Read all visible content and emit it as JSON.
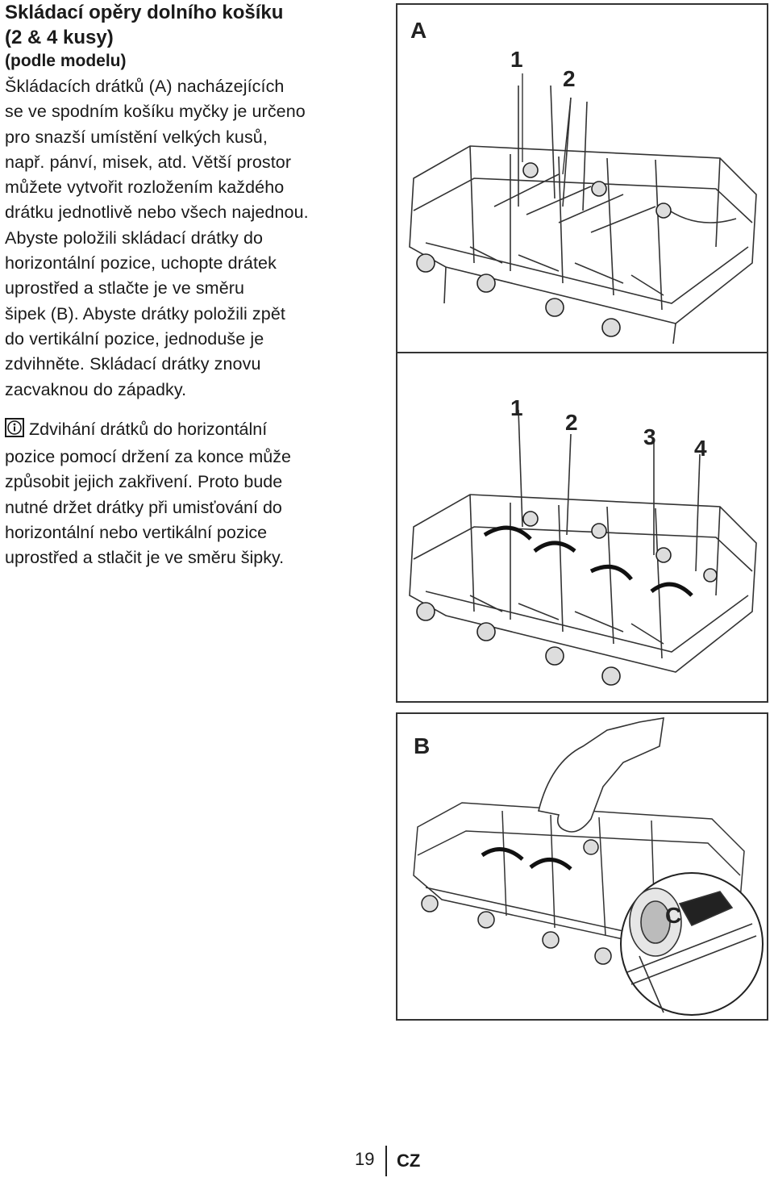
{
  "heading": {
    "title_line1": "Skládací opěry dolního košíku",
    "title_line2": "(2 & 4 kusy)",
    "subtitle": "(podle modelu)"
  },
  "body_lines": [
    "Škládacích drátků (A) nacházejících",
    "se ve spodním košíku myčky je určeno",
    "pro snazší umístění velkých kusů,",
    "např. pánví, misek, atd. Větší prostor",
    "můžete vytvořit rozložením každého",
    "drátku jednotlivě nebo všech najednou.",
    "Abyste položili skládací drátky do",
    "horizontální pozice, uchopte drátek",
    "uprostřed a stlačte je ve směru",
    "šipek (B). Abyste drátky položili zpět",
    "do vertikální pozice, jednoduše je",
    "zdvihněte. Skládací drátky znovu",
    "zacvaknou do západky."
  ],
  "note_lines": [
    "Zdvihání drátků do horizontální",
    "pozice pomocí držení za konce může",
    "způsobit jejich zakřivení. Proto bude",
    "nutné držet drátky při umisťování do",
    "horizontální nebo vertikální pozice",
    "uprostřed a stlačit je ve směru šipky."
  ],
  "figure_a": {
    "label": "A",
    "callouts": [
      "1",
      "2"
    ]
  },
  "figure_mid": {
    "callouts": [
      "1",
      "2",
      "3",
      "4"
    ]
  },
  "figure_b": {
    "label": "B",
    "detail_label": "C"
  },
  "footer": {
    "page_number": "19",
    "language": "CZ"
  },
  "icons": {
    "note": "info-icon"
  }
}
